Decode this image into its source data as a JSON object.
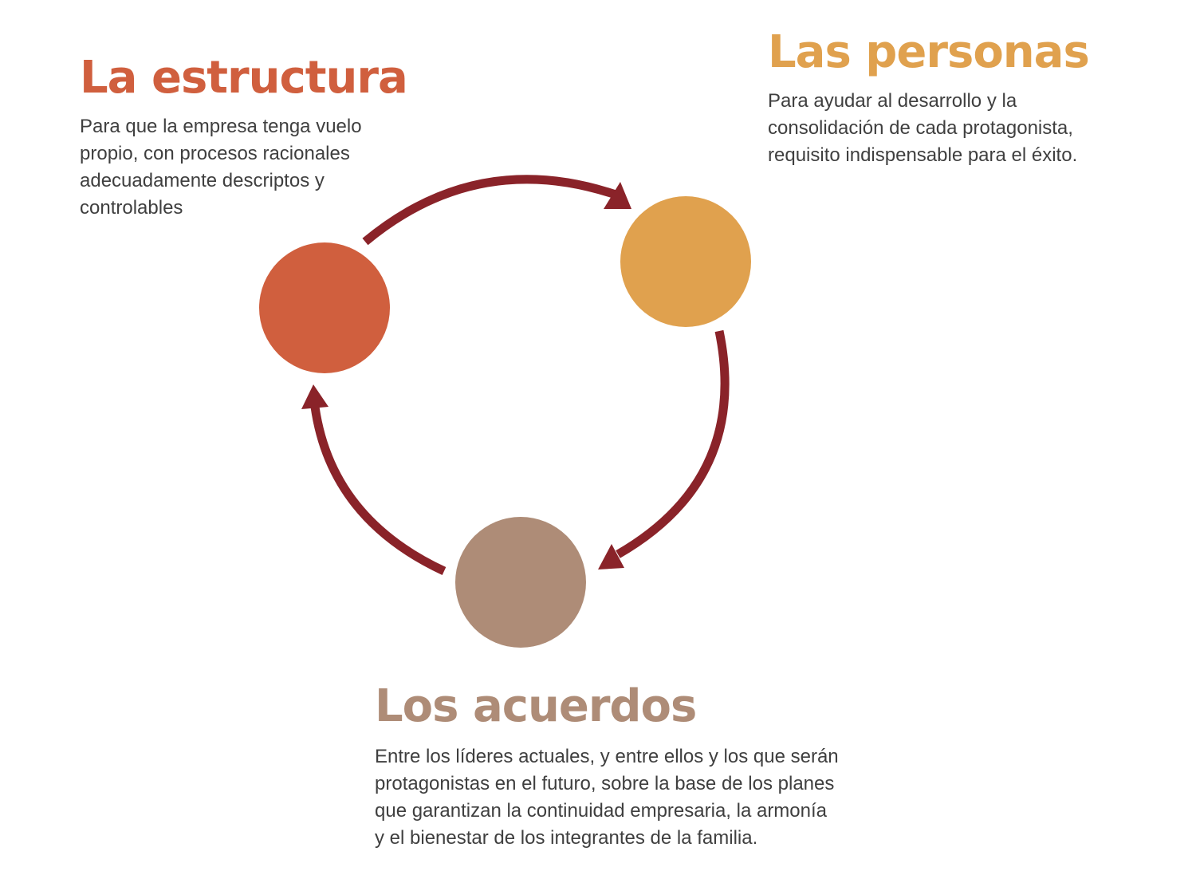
{
  "colors": {
    "estructura": "#D05F3E",
    "personas": "#E0A14E",
    "acuerdos": "#AE8C77",
    "arrow": "#8A2329",
    "body_text": "#3f3f3f"
  },
  "nodes": [
    {
      "id": "estructura",
      "title": "La estructura",
      "description": "Para que la empresa tenga vuelo\npropio, con procesos racionales\nadecuadamente descriptos y\ncontrolables"
    },
    {
      "id": "personas",
      "title": "Las personas",
      "description": "Para ayudar al desarrollo y la\nconsolidación de cada protagonista,\nrequisito indispensable para el éxito."
    },
    {
      "id": "acuerdos",
      "title": "Los acuerdos",
      "description": "Entre los líderes actuales, y entre ellos y los que serán\nprotagonistas en el futuro, sobre la base de los planes\nque garantizan la continuidad empresaria, la armonía\ny el bienestar de los integrantes de la familia."
    }
  ],
  "cycle": {
    "edges": [
      {
        "from": "estructura",
        "to": "personas"
      },
      {
        "from": "personas",
        "to": "acuerdos"
      },
      {
        "from": "acuerdos",
        "to": "estructura"
      }
    ]
  }
}
